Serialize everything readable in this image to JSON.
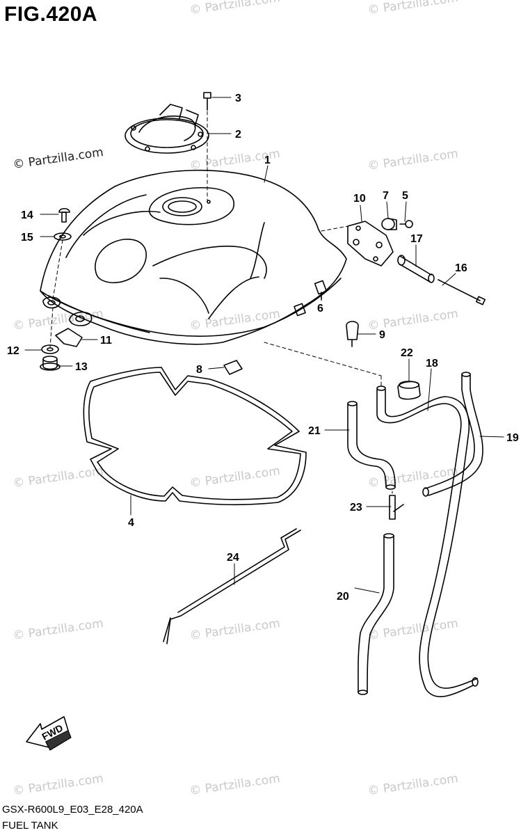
{
  "figure": {
    "title": "FIG.420A"
  },
  "footer": {
    "code": "GSX-R600L9_E03_E28_420A",
    "name": "FUEL TANK"
  },
  "watermark": {
    "text": "© Partzilla.com"
  },
  "fwd_label": "FWD",
  "callouts": [
    "1",
    "2",
    "3",
    "4",
    "5",
    "6",
    "7",
    "8",
    "9",
    "10",
    "11",
    "12",
    "13",
    "14",
    "15",
    "16",
    "17",
    "18",
    "19",
    "20",
    "21",
    "22",
    "23",
    "24"
  ],
  "colors": {
    "line": "#000000",
    "watermark": "#c9c9c9"
  }
}
